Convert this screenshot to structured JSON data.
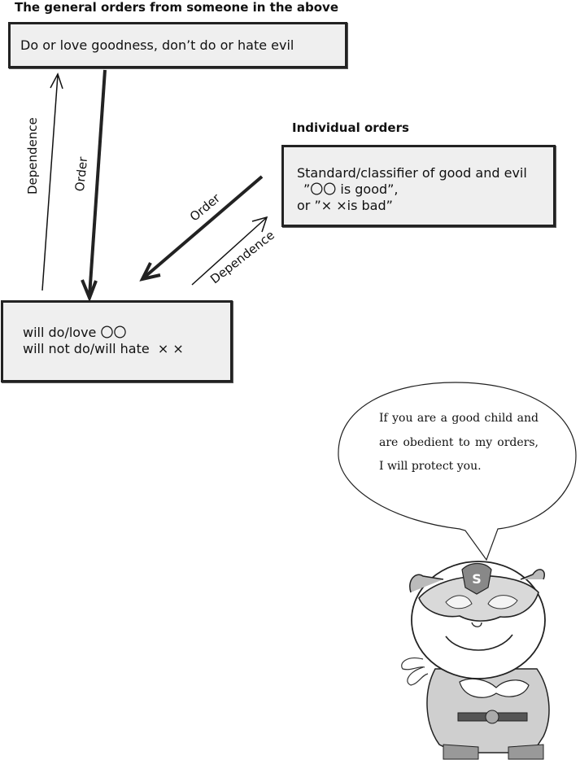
{
  "headings": {
    "general": "The general orders from someone in the above",
    "individual": "Individual orders"
  },
  "boxes": {
    "general_order": "Do or love goodness, don’t do or hate evil",
    "individual_lines": [
      "Standard/classifier of good and evil",
      "”〇〇 is good”,",
      "or ”× ×is bad”"
    ],
    "behavior_lines": [
      "will do/love 〇〇",
      "will not do/will hate  × ×"
    ]
  },
  "arrow_labels": {
    "dependence_left": "Dependence",
    "order_left": "Order",
    "order_diag": "Order",
    "dependence_diag": "Dependence"
  },
  "speech_bubble": {
    "text": "If you are a good child and are obedient to my orders, I will protect you."
  },
  "character": {
    "emblem_letter": "S"
  }
}
